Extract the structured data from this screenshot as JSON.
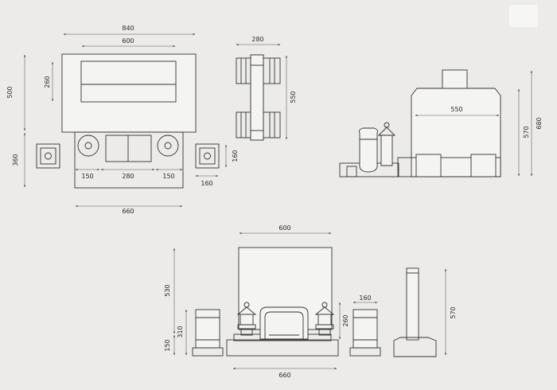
{
  "dimensions": {
    "plan_overall_width": "840",
    "plan_inner_width": "600",
    "plan_panel_height": "260",
    "plan_upper_depth": "500",
    "plan_lower_depth": "360",
    "plan_side_vase": "150",
    "plan_center_stone": "280",
    "plan_side_vase_right": "150",
    "plan_corner_post_depth": "160",
    "plan_corner_post_width": "160",
    "plan_base_width": "660",
    "top_view_width": "280",
    "top_view_depth": "550",
    "side_inner_width": "550",
    "side_height_a": "570",
    "side_height_b": "680",
    "front_width": "600",
    "front_monument_height": "530",
    "front_vase_height": "310",
    "front_base_height": "150",
    "front_lantern_height": "260",
    "front_vase_width": "160",
    "front_base_width": "660",
    "side_post_height": "570"
  },
  "colors": {
    "paper": "#ecebe9",
    "line": "#333333"
  }
}
